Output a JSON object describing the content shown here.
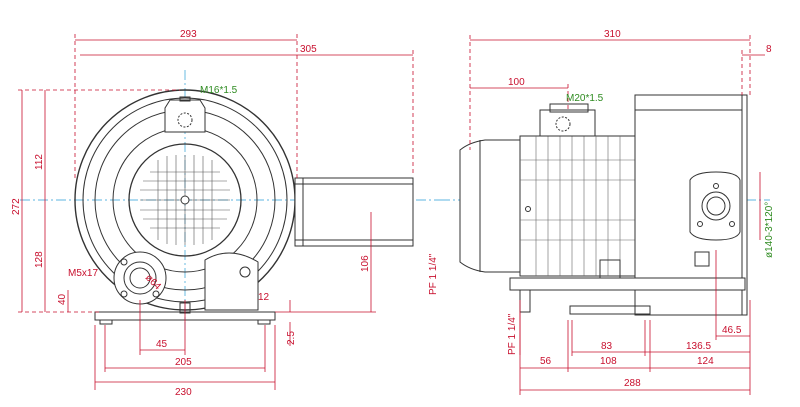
{
  "front_view": {
    "top_dims": [
      "293",
      "305"
    ],
    "left_dims": [
      "112",
      "272",
      "128",
      "40"
    ],
    "bottom_dims": [
      "45",
      "205",
      "230"
    ],
    "right_dims": [
      "106",
      "12",
      "2.5"
    ],
    "labels": {
      "motor_thread": "M16*1.5",
      "base_thread": "M5x17",
      "port_diameter": "ø64",
      "port_thread": "PF 1 1/4\""
    }
  },
  "side_view": {
    "top_dims": [
      "310",
      "100",
      "8"
    ],
    "bottom_dims": [
      "56",
      "83",
      "136.5",
      "108",
      "124",
      "288",
      "46.5"
    ],
    "labels": {
      "motor_thread": "M20*1.5",
      "port_thread": "PF 1 1/4\"",
      "flange_spec": "ø140-3*120°"
    }
  },
  "colors": {
    "drawing": "#333333",
    "dimension": "#c8102e",
    "center_line": "#2a9fd6",
    "annotation": "#2e8b20"
  }
}
